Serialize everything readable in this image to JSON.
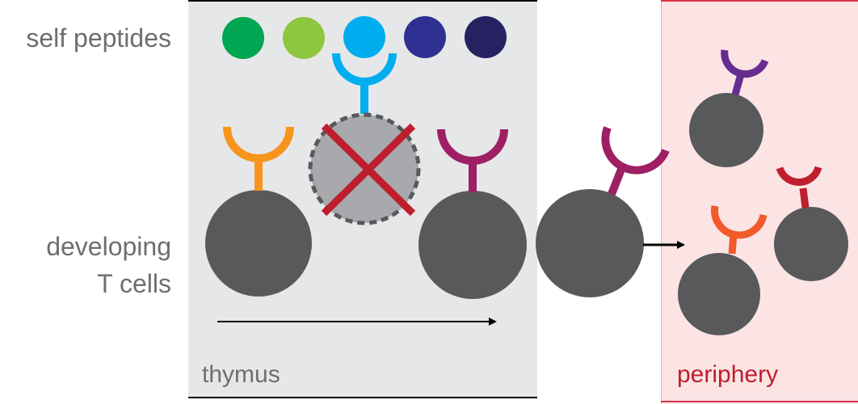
{
  "labels": {
    "self_peptides": "self peptides",
    "developing_line1": "developing",
    "developing_line2": "T cells",
    "thymus": "thymus",
    "periphery": "periphery"
  },
  "colors": {
    "thymus_bg": "#e6e7e8",
    "periphery_bg": "#fce4e4",
    "periphery_line": "#e0344a",
    "label_gray": "#6d6e71",
    "periphery_label": "#be1e2d",
    "cell": "#58595b",
    "deleted_cell": "#a7a9ac",
    "cross": "#be1e2d"
  },
  "peptides": [
    {
      "name": "peptide-green",
      "color": "#00a651"
    },
    {
      "name": "peptide-lightgreen",
      "color": "#8dc63f"
    },
    {
      "name": "peptide-cyan",
      "color": "#00aeef"
    },
    {
      "name": "peptide-blue",
      "color": "#2e3192"
    },
    {
      "name": "peptide-navy",
      "color": "#262262"
    }
  ],
  "receptors": {
    "orange": "#f7941d",
    "cyan": "#00aeef",
    "magenta": "#9e1f63",
    "purple": "#662d91",
    "red": "#be1e2d",
    "orange_red": "#f15a29"
  }
}
